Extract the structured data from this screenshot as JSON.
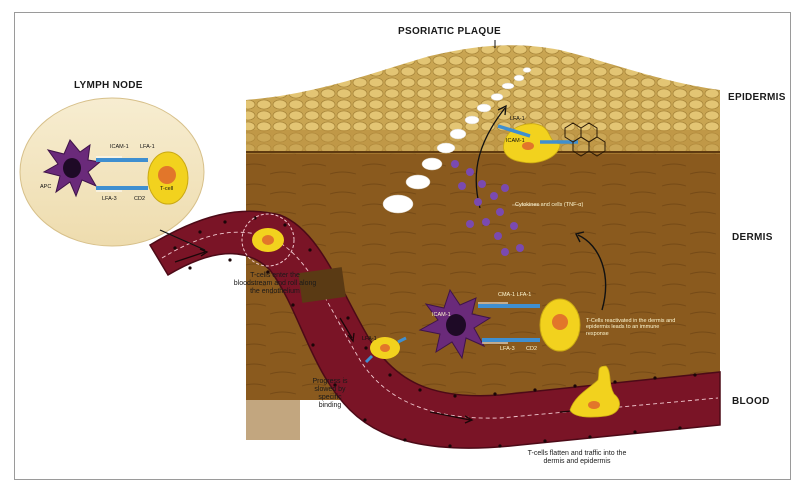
{
  "labels": {
    "plaque": "PSORIATIC PLAQUE",
    "lymph_node": "LYMPH NODE",
    "epidermis": "EPIDERMIS",
    "dermis": "DERMIS",
    "blood": "BLOOD"
  },
  "molecules": {
    "icam1_node": "ICAM-1",
    "lfa1_node": "LFA-1",
    "lfa3_node": "LFA-3",
    "cd2_node": "CD2",
    "apc": "APC",
    "tcell": "T-cell",
    "lfa1_epi": "LFA-1",
    "icam1_epi": "ICAM-1",
    "cytokines": "Cytokines and cells (TNF-α)",
    "cma_lfa1": "CMA-1  LFA-1",
    "icam1_dermis": "ICAM-1",
    "lfa3_dermis": "LFA-3",
    "cd2_dermis": "CD2",
    "lfa1_vessel": "LFA-1"
  },
  "captions": {
    "tcells_enter": "T-cells enter the bloodstream and roll along the endothelium",
    "progress": "Progress is slowed by specific binding",
    "tcells_dermis": "T-Cells reactivated in the dermis and epidermis leads to an immune response",
    "tcells_flatten": "T-cells flatten and traffic into the dermis and epidermis"
  },
  "colors": {
    "epidermis": "#c9a552",
    "dermis": "#8a5a1e",
    "blood_vessel": "#7a1426",
    "lymph_node": "#f3e6c2",
    "apc": "#6a2a7a",
    "tcell": "#f2d21e",
    "nucleus": "#e2762a",
    "receptor": "#3f8fd0",
    "cytokine": "#7a4ab0"
  }
}
